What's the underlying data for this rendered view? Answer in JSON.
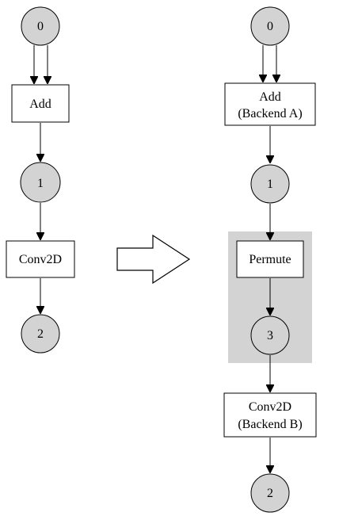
{
  "before": {
    "node_0": "0",
    "op_add": "Add",
    "node_1": "1",
    "op_conv": "Conv2D",
    "node_2": "2"
  },
  "after": {
    "node_0": "0",
    "op_add_line1": "Add",
    "op_add_line2": "(Backend A)",
    "node_1": "1",
    "op_permute": "Permute",
    "node_3": "3",
    "op_conv_line1": "Conv2D",
    "op_conv_line2": "(Backend B)",
    "node_2": "2"
  },
  "colors": {
    "node_fill": "#d3d3d3",
    "highlight_fill": "#d3d3d3",
    "line": "#000000",
    "box_fill": "#ffffff"
  }
}
